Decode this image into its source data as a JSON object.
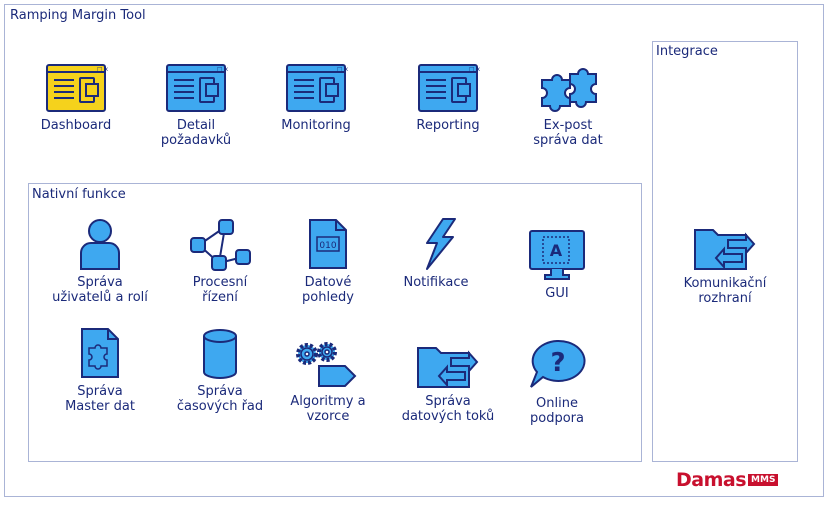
{
  "app": {
    "title": "Ramping Margin Tool"
  },
  "top_row": [
    {
      "label": "Dashboard",
      "icon": "window-highlighted-icon"
    },
    {
      "label": "Detail\npožadavků",
      "icon": "window-icon"
    },
    {
      "label": "Monitoring",
      "icon": "window-icon"
    },
    {
      "label": "Reporting",
      "icon": "window-icon"
    },
    {
      "label": "Ex-post\nspráva dat",
      "icon": "puzzle-icon"
    }
  ],
  "native": {
    "title": "Nativní funkce",
    "items": [
      {
        "label": "Správa\nuživatelů  a rolí",
        "icon": "user-icon"
      },
      {
        "label": "Procesní\nřízení",
        "icon": "process-icon"
      },
      {
        "label": "Datové\npohledy",
        "icon": "binary-file-icon"
      },
      {
        "label": "Notifikace",
        "icon": "lightning-icon"
      },
      {
        "label": "GUI",
        "icon": "monitor-icon"
      },
      {
        "label": "Správa\nMaster dat",
        "icon": "puzzle-file-icon"
      },
      {
        "label": "Správa\nčasových řad",
        "icon": "database-icon"
      },
      {
        "label": "Algoritmy a\nvzorce",
        "icon": "gears-icon"
      },
      {
        "label": "Správa\ndatových toků",
        "icon": "folder-transfer-icon"
      },
      {
        "label": "Online\npodpora",
        "icon": "help-bubble-icon"
      }
    ]
  },
  "integration": {
    "title": "Integrace",
    "items": [
      {
        "label": "Komunikační\nrozhraní",
        "icon": "folder-transfer-icon"
      }
    ]
  },
  "branding": {
    "logo_text": "Damas",
    "logo_badge": "MMS"
  },
  "colors": {
    "icon_fill": "#3ea8f0",
    "icon_stroke": "#1b2a7a",
    "highlight": "#f5d21c",
    "brand": "#c8102e"
  }
}
